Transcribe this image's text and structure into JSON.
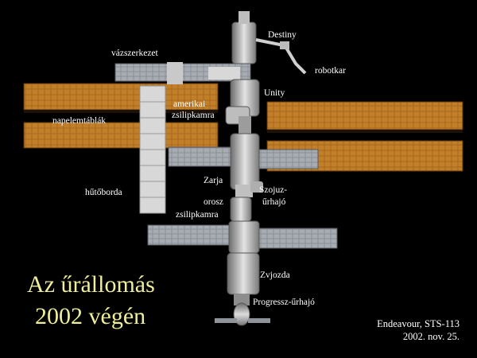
{
  "labels": {
    "destiny": "Destiny",
    "truss": "vázszerkezet",
    "robot_arm": "robotkar",
    "unity": "Unity",
    "us_airlock_1": "amerikai",
    "us_airlock_2": "zsilipkamra",
    "solar_arrays": "napelemtáblák",
    "radiator": "hűtőborda",
    "zarya": "Zarja",
    "soyuz_1": "Szojuz-",
    "soyuz_2": "űrhajó",
    "ru_airlock_1": "orosz",
    "ru_airlock_2": "zsilipkamra",
    "zvezda": "Zvjozda",
    "progress": "Progressz-űrhajó"
  },
  "title": {
    "line1": "Az űrállomás",
    "line2": "2002 végén"
  },
  "credit": {
    "line1": "Endeavour, STS-113",
    "line2": "2002. nov. 25."
  },
  "colors": {
    "background": "#000000",
    "title": "#f0ee9a",
    "label": "#ffffff",
    "solar_panel": "#b9741f"
  }
}
